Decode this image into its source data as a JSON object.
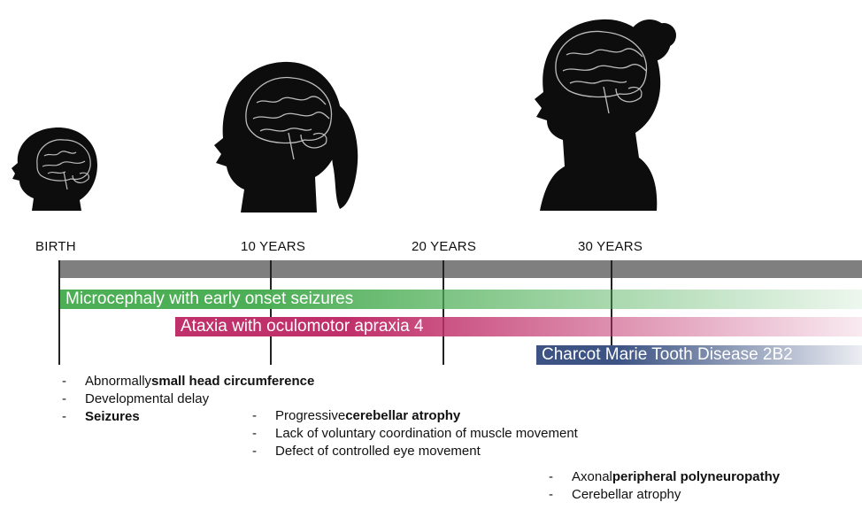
{
  "timeline": {
    "ages": [
      {
        "id": "birth",
        "label": "BIRTH"
      },
      {
        "id": "10",
        "label": "10 YEARS"
      },
      {
        "id": "20",
        "label": "20 YEARS"
      },
      {
        "id": "30",
        "label": "30 YEARS"
      }
    ]
  },
  "conditions": [
    {
      "id": "mcsz",
      "label": "Microcephaly with early onset seizures",
      "color": "#4cae55"
    },
    {
      "id": "aoa4",
      "label": "Ataxia with oculomotor apraxia 4",
      "color": "#c0306a"
    },
    {
      "id": "cmt2b2",
      "label": "Charcot Marie Tooth Disease 2B2",
      "color": "#3c5383"
    }
  ],
  "symptoms": {
    "mcsz": [
      {
        "pre": "Abnormally ",
        "bold": "small head circumference",
        "post": ""
      },
      {
        "pre": "Developmental delay",
        "bold": "",
        "post": ""
      },
      {
        "pre": "",
        "bold": "Seizures",
        "post": ""
      }
    ],
    "aoa4": [
      {
        "pre": "Progressive ",
        "bold": "cerebellar atrophy",
        "post": ""
      },
      {
        "pre": "Lack of voluntary coordination of muscle movement",
        "bold": "",
        "post": ""
      },
      {
        "pre": "Defect of controlled eye movement",
        "bold": "",
        "post": ""
      }
    ],
    "cmt2b2": [
      {
        "pre": "Axonal ",
        "bold": "peripheral polyneuropathy",
        "post": ""
      },
      {
        "pre": "Cerebellar atrophy",
        "bold": "",
        "post": ""
      }
    ]
  },
  "list_marker": "-",
  "illustrations": {
    "infant": "infant-head-silhouette-with-brain",
    "child": "child-head-silhouette-with-brain",
    "adult": "adult-head-silhouette-with-brain"
  }
}
